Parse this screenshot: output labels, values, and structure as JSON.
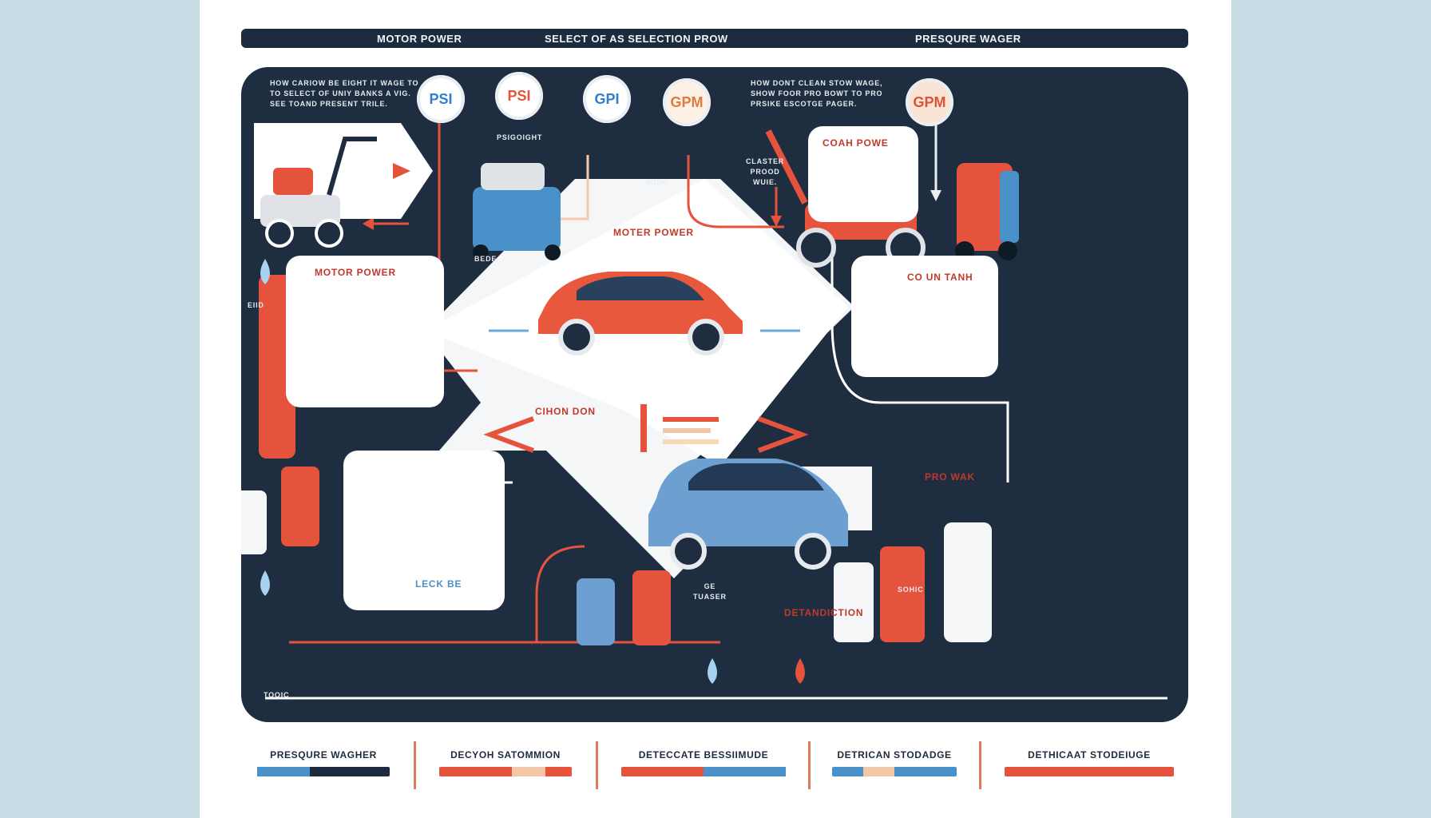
{
  "header": {
    "left": "MOTOR POWER",
    "center": "SELECT OF  AS SELECTION PROW",
    "right": "PRESQURE WAGER"
  },
  "gauges": [
    {
      "label": "PSI",
      "color": "#2e7fcc"
    },
    {
      "label": "PSI",
      "color": "#e4543a"
    },
    {
      "label": "GPI",
      "color": "#2e7fcc"
    },
    {
      "label": "GPM",
      "color": "#e07a3f"
    },
    {
      "label": "GPM",
      "color": "#d9553a"
    }
  ],
  "gauge_caption": "PSIGOIGHT",
  "labels": {
    "intro_left": "HOW CARIOW BE EIGHT IT WAGE TO\nTO SELECT OF UNIY BANKS A VIG.\nSEE TOAND PRESENT TRILE.",
    "intro_right": "HOW DONT CLEAN STOW WAGE,\nSHOW FOOR PRO BOWT TO PRO\nPRSIKE ESCOTGE PAGER.",
    "card_motor": "MOTOR POWER",
    "center_motor": "MOTER POWER",
    "card_coal": "COAH POWE",
    "card_counter": "CO UN TANH",
    "card_chon": "CIHON DON",
    "card_pro": "PRO WAK",
    "card_detaction": "DETANDICTION",
    "card_leck": "LECK BE",
    "small_sodc": "SODC",
    "small_bede": "BEDE",
    "small_eid": "EIID",
    "small_tooic": "TOOIC",
    "small_ge": "GE\nTUASER",
    "small_sohic": "SOHIC",
    "small_wuie": "CLASTER\nPROOD\nWUIE."
  },
  "bottom": [
    {
      "label": "PRESQURE WAGHER",
      "fill": "#1c2b3d",
      "accent": "#4a90c9"
    },
    {
      "label": "DECYOH SATOMMION",
      "fill": "#e5533d",
      "accent": "#f3c6a8"
    },
    {
      "label": "DETECCATE BESSIIMUDE",
      "fill": "#e5533d",
      "accent": "#4a90c9"
    },
    {
      "label": "DETRICAN STODADGE",
      "fill": "#4a90c9",
      "accent": "#f3c6a8"
    },
    {
      "label": "DETHICAAT STODEIUGE",
      "fill": "#e5533d",
      "accent": "#1c2b3d"
    }
  ],
  "colors": {
    "navy": "#1e2d40",
    "red": "#e5533d",
    "blue": "#4a90c9",
    "peach": "#f6c9ad",
    "white": "#ffffff"
  }
}
